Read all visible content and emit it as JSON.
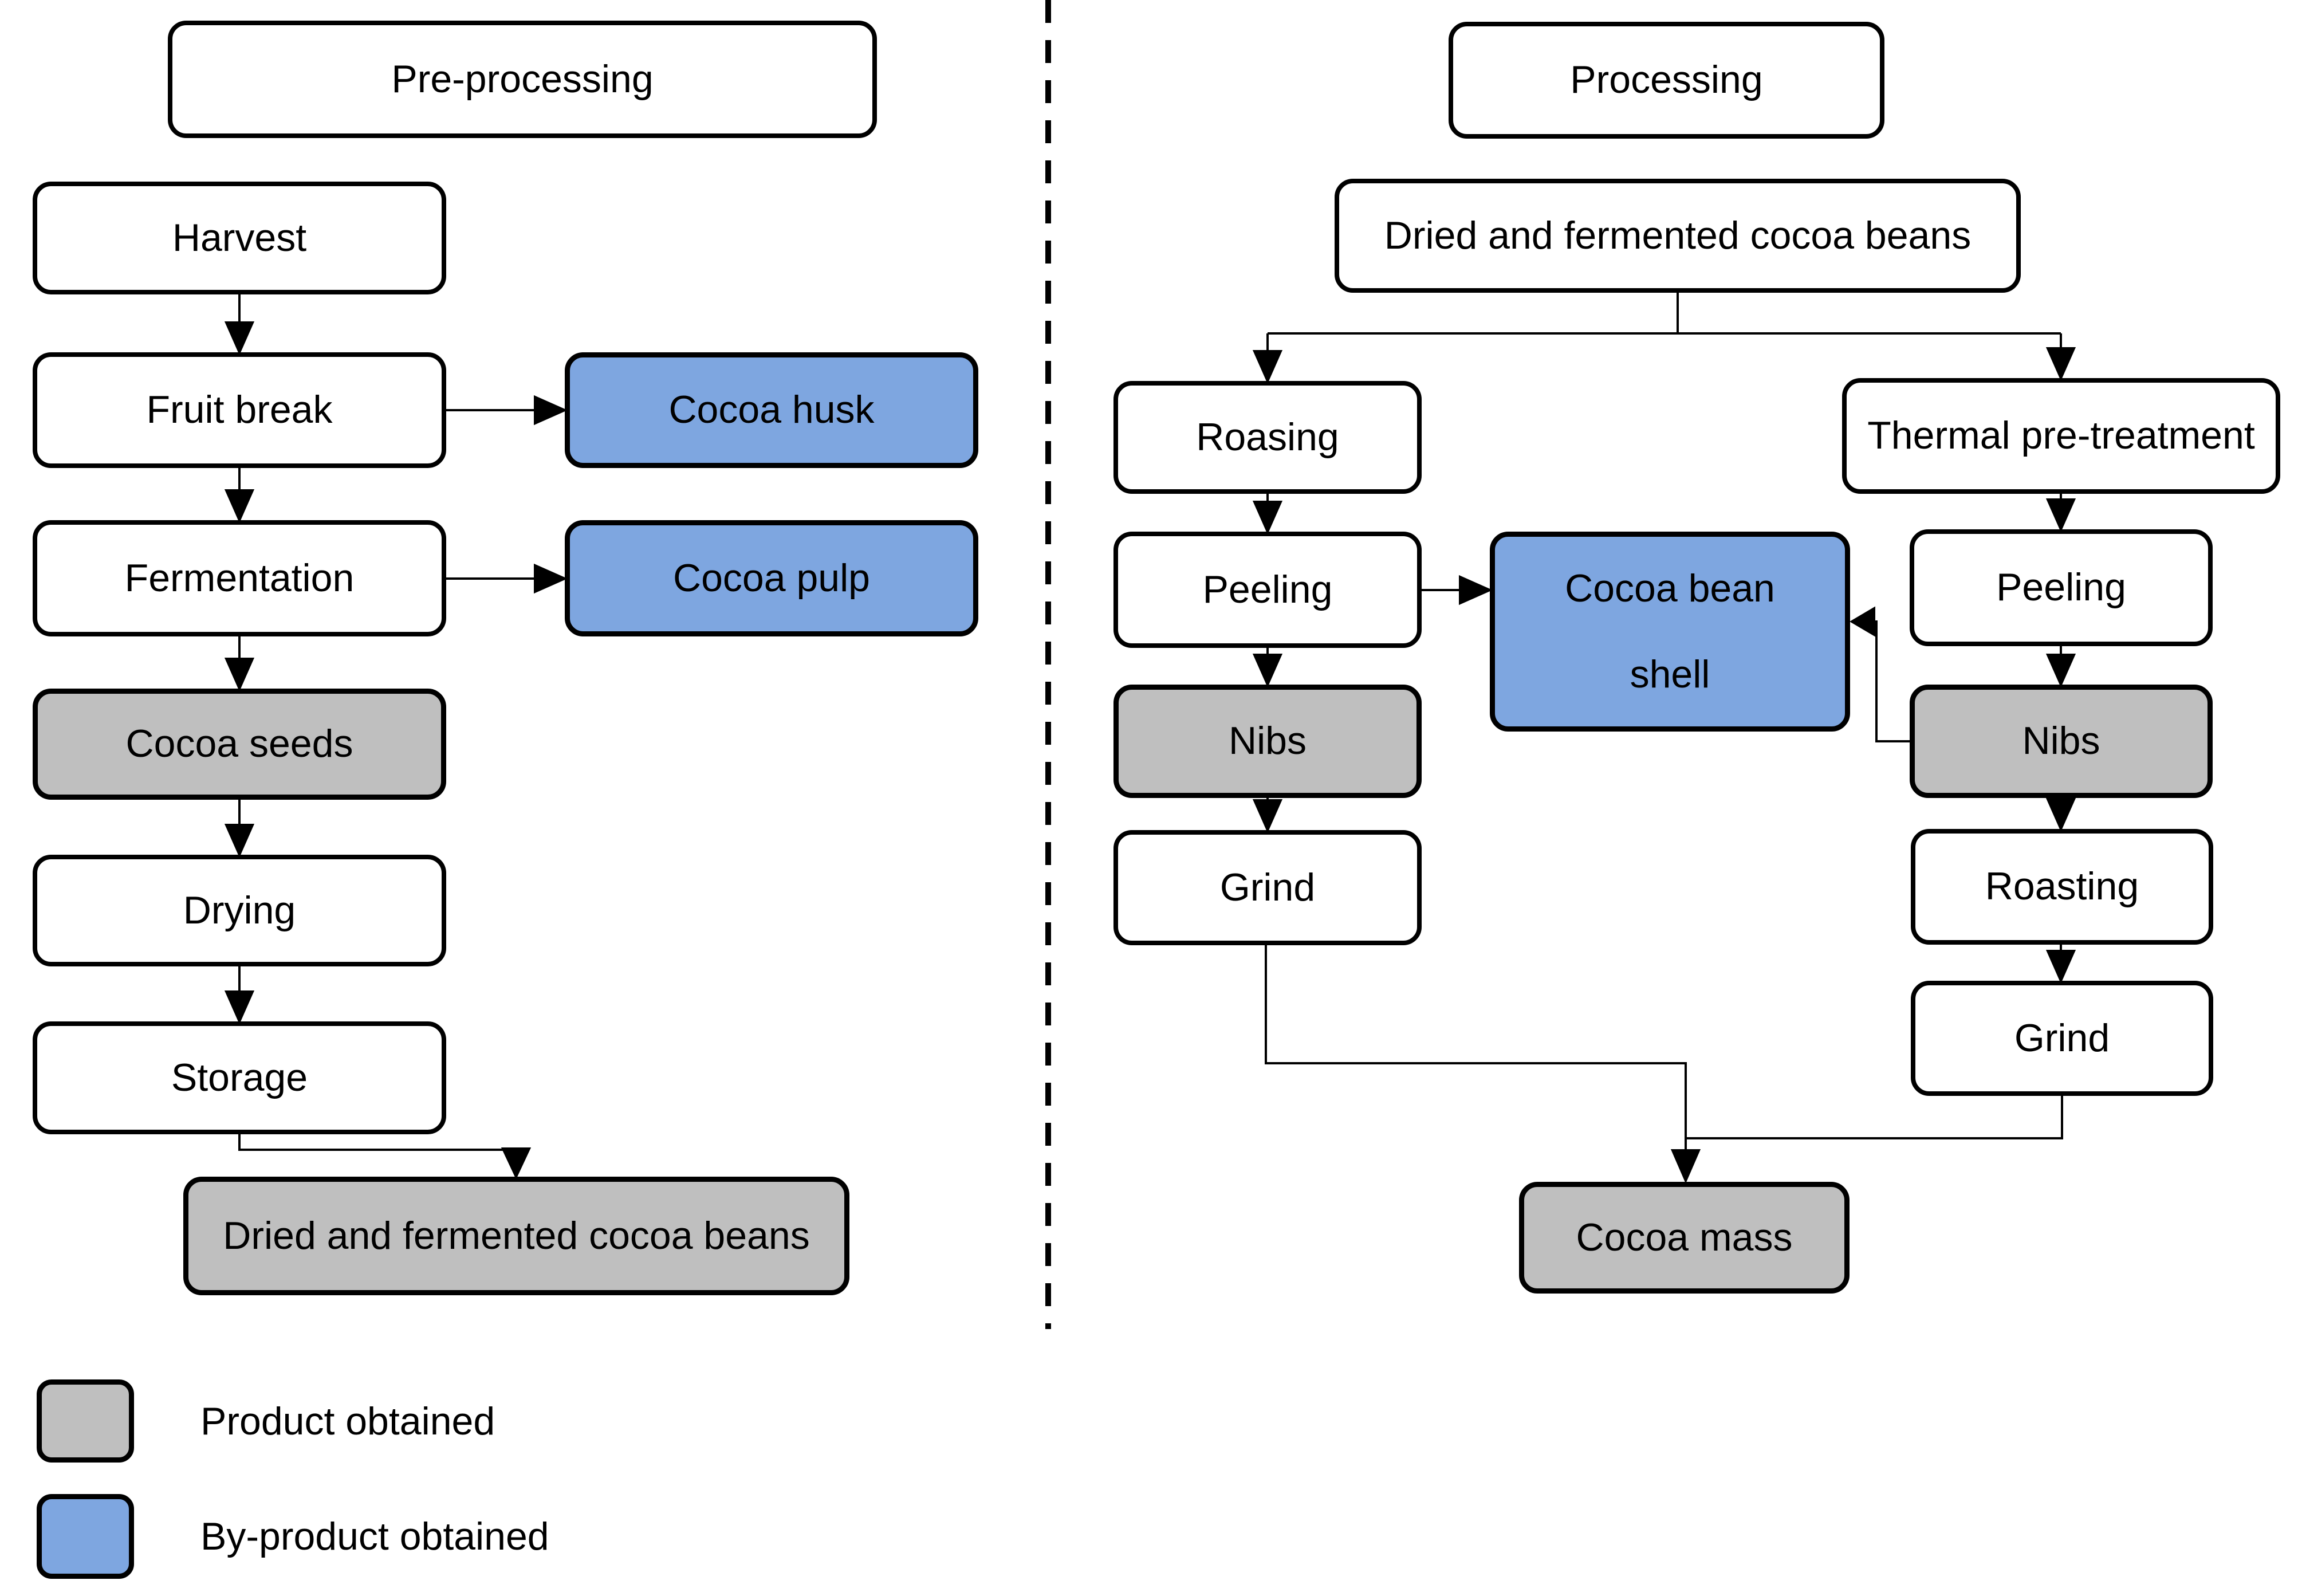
{
  "diagram": {
    "preprocessing": {
      "title": "Pre-processing",
      "harvest": "Harvest",
      "fruit_break": "Fruit break",
      "cocoa_husk": "Cocoa husk",
      "fermentation": "Fermentation",
      "cocoa_pulp": "Cocoa pulp",
      "cocoa_seeds": "Cocoa seeds",
      "drying": "Drying",
      "storage": "Storage",
      "dried_beans": "Dried and fermented cocoa beans"
    },
    "processing": {
      "title": "Processing",
      "dried_beans": "Dried and fermented cocoa beans",
      "roasting_left": "Roasing",
      "thermal": "Thermal pre-treatment",
      "peeling_left": "Peeling",
      "shell": "Cocoa bean\nshell",
      "peeling_right": "Peeling",
      "nibs_left": "Nibs",
      "nibs_right": "Nibs",
      "grind_left": "Grind",
      "roasting_right": "Roasting",
      "grind_right": "Grind",
      "cocoa_mass": "Cocoa mass"
    }
  },
  "legend": {
    "product_label": "Product obtained",
    "byproduct_label": "By-product obtained"
  },
  "colors": {
    "product": "#bfbfbf",
    "byproduct": "#7ea6e0",
    "process_fill": "#ffffff",
    "border": "#000000",
    "line": "#000000"
  }
}
